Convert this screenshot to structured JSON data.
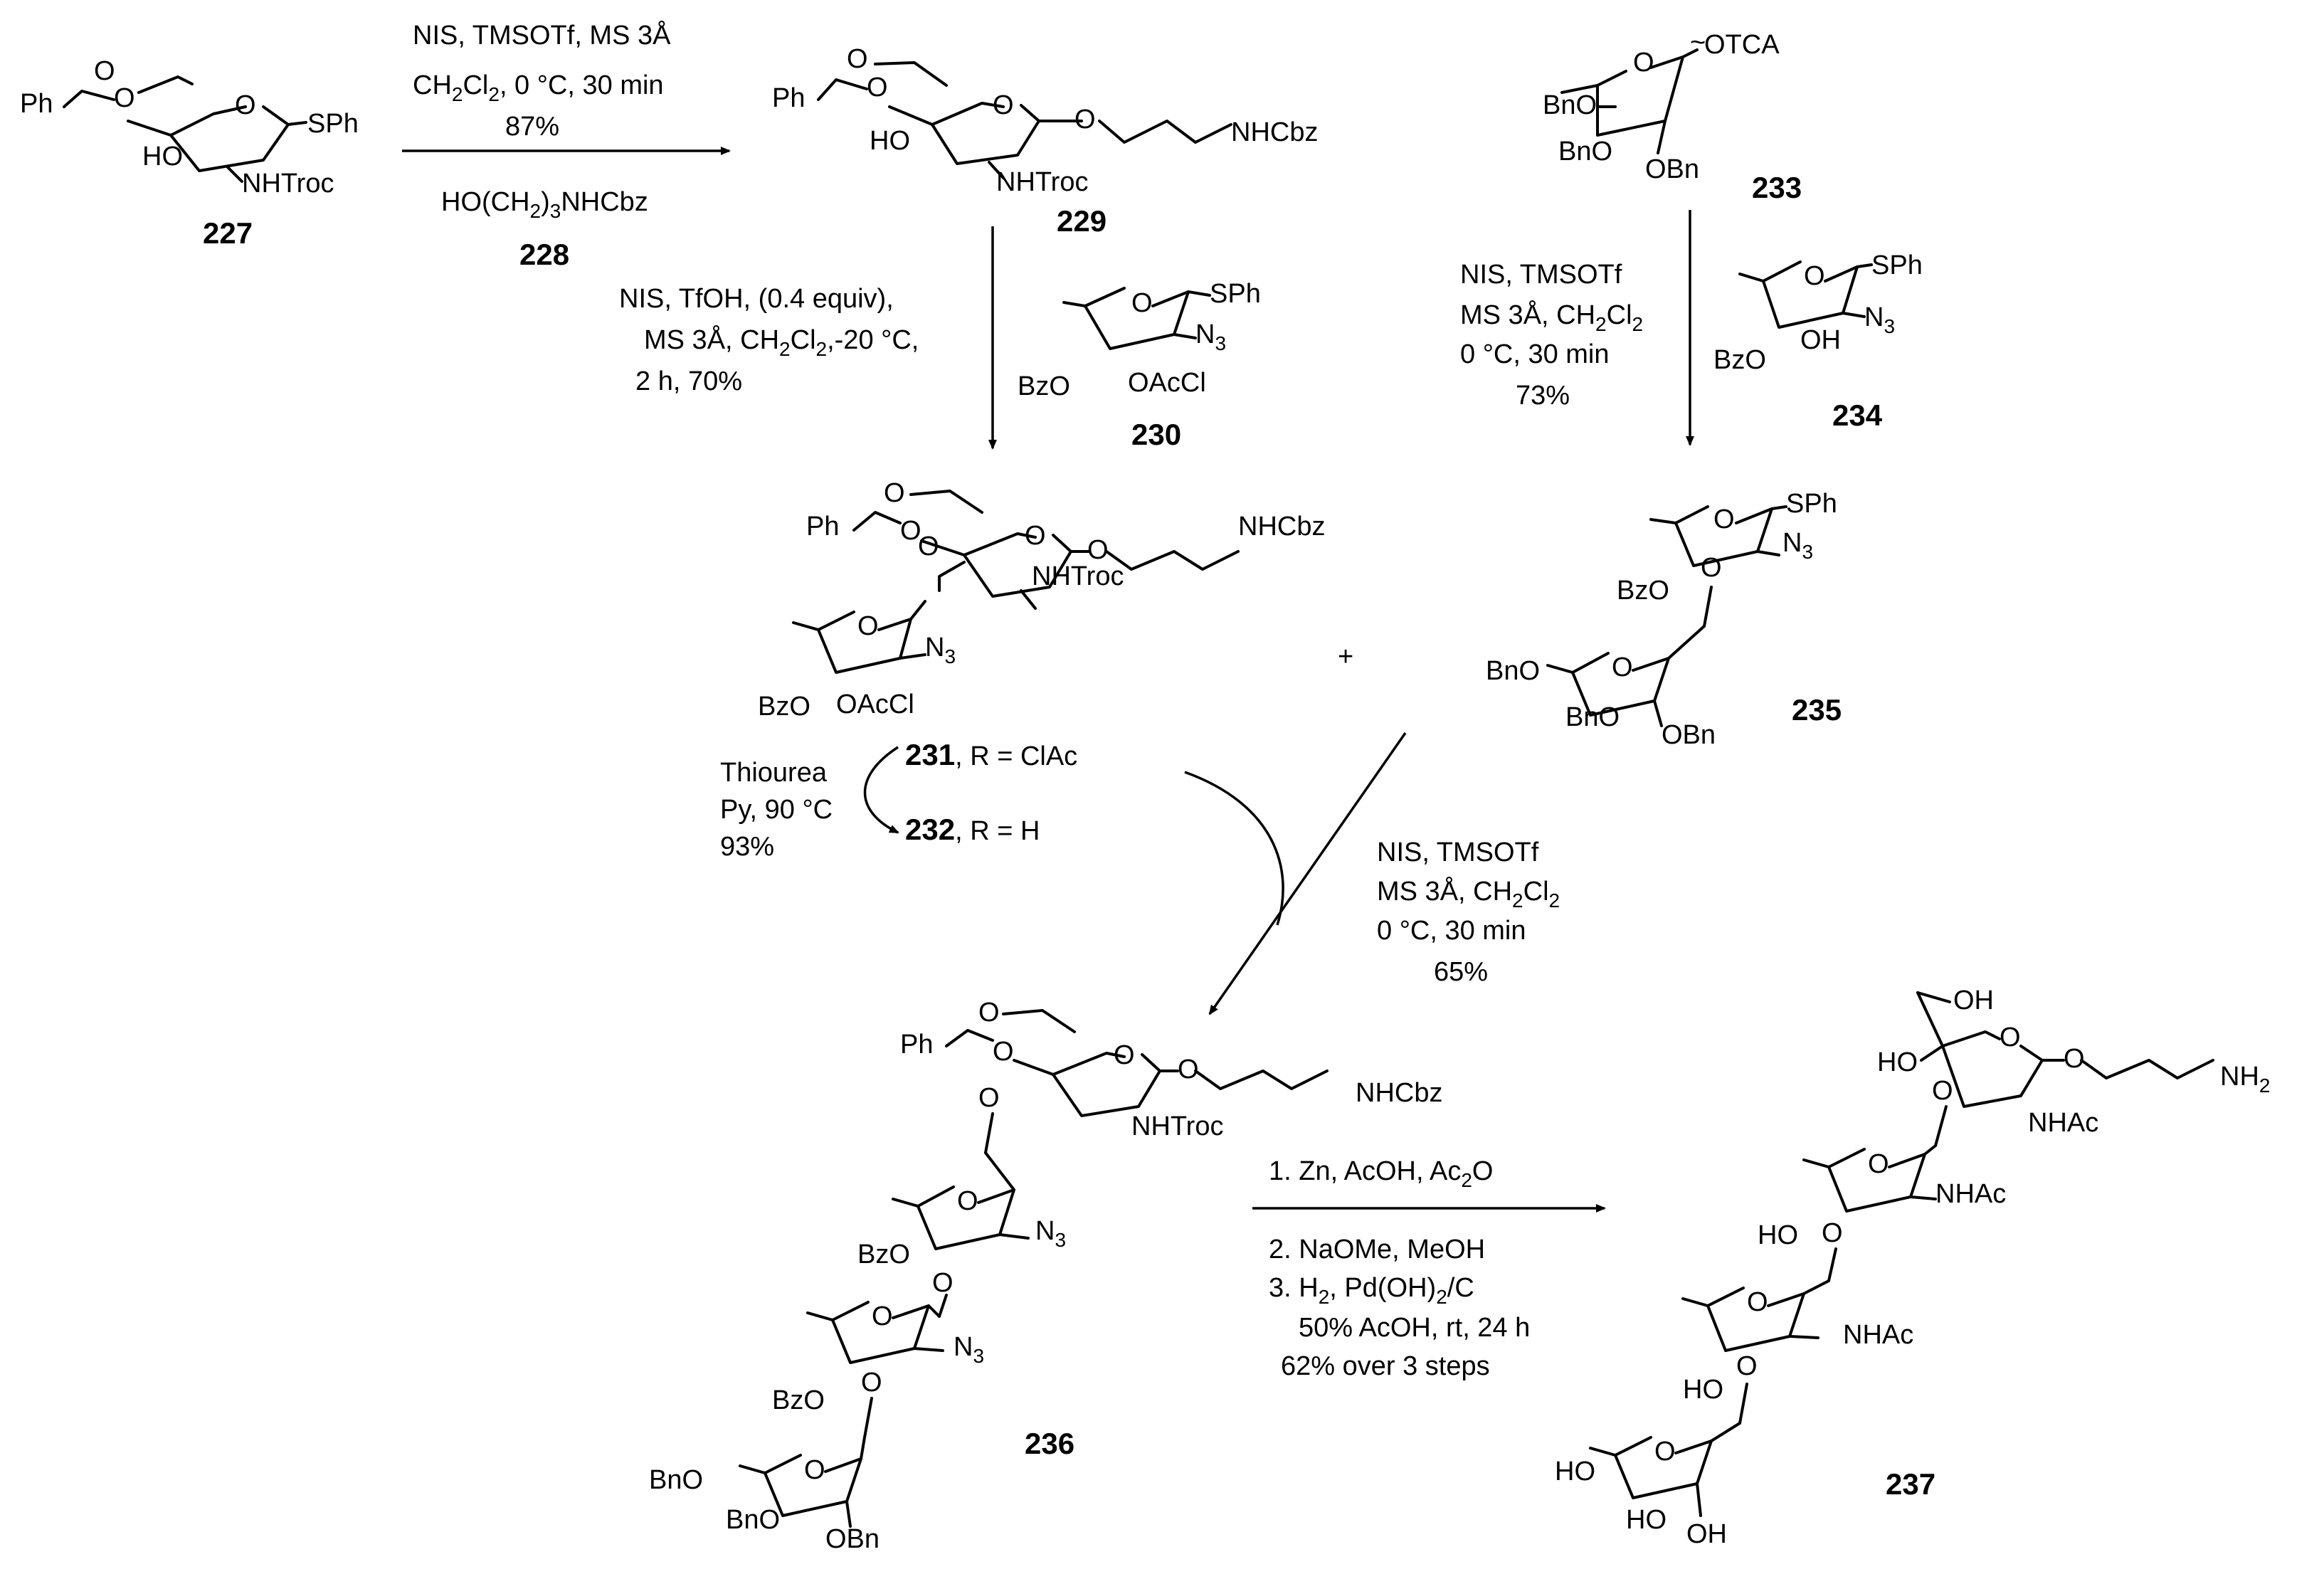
{
  "compounds": {
    "c227": "227",
    "c228": "228",
    "c229": "229",
    "c230": "230",
    "c233": "233",
    "c234": "234",
    "c235": "235",
    "c236": "236",
    "c237": "237"
  },
  "labels": {
    "Ph": "Ph",
    "O": "O",
    "HO": "HO",
    "SPh": "SPh",
    "NHTroc": "NHTroc",
    "NHCbz": "NHCbz",
    "N3": "N",
    "sub3": "3",
    "OAcCl": "OAcCl",
    "BzO": "BzO",
    "BnO": "BnO",
    "OBn": "OBn",
    "OTCA": "OTCA",
    "OH": "OH",
    "NHAc": "NHAc",
    "NH2": "NH",
    "sub2": "2",
    "plus": "+",
    "wavy": "~"
  },
  "cond1": {
    "line1": "NIS, TMSOTf, MS 3Å",
    "line2a": "CH",
    "line2s1": "2",
    "line2b": "Cl",
    "line2s2": "2",
    "line2c": ", 0 °C, 30 min",
    "line3": "87%",
    "below_a": "HO(CH",
    "below_s1": "2",
    "below_b": ")",
    "below_s2": "3",
    "below_c": "NHCbz"
  },
  "cond2": {
    "line1": "NIS, TfOH, (0.4 equiv),",
    "line2a": "MS 3Å, CH",
    "line2s1": "2",
    "line2b": "Cl",
    "line2s2": "2",
    "line2c": ",-20 °C,",
    "line3": "2 h, 70%"
  },
  "cond3": {
    "line1": "NIS, TMSOTf",
    "line2a": "MS 3Å, CH",
    "line2s1": "2",
    "line2b": "Cl",
    "line2s2": "2",
    "line3": "0 °C, 30 min",
    "line4": "73%"
  },
  "cond4": {
    "line1": "Thiourea",
    "line2": "Py, 90 °C",
    "line3": "93%",
    "r231": ", R = ClAc",
    "r232": ", R = H"
  },
  "cond5": {
    "line1": "NIS, TMSOTf",
    "line2a": "MS 3Å, CH",
    "line2s1": "2",
    "line2b": "Cl",
    "line2s2": "2",
    "line3": "0 °C, 30 min",
    "line4": "65%"
  },
  "cond6": {
    "line1a": "1. Zn, AcOH, Ac",
    "line1s": "2",
    "line1b": "O",
    "line2": "2. NaOMe, MeOH",
    "line3a": "3. H",
    "line3s1": "2",
    "line3b": ", Pd(OH)",
    "line3s2": "2",
    "line3c": "/C",
    "line4": "50% AcOH, rt, 24 h",
    "line5": "62% over 3 steps"
  }
}
